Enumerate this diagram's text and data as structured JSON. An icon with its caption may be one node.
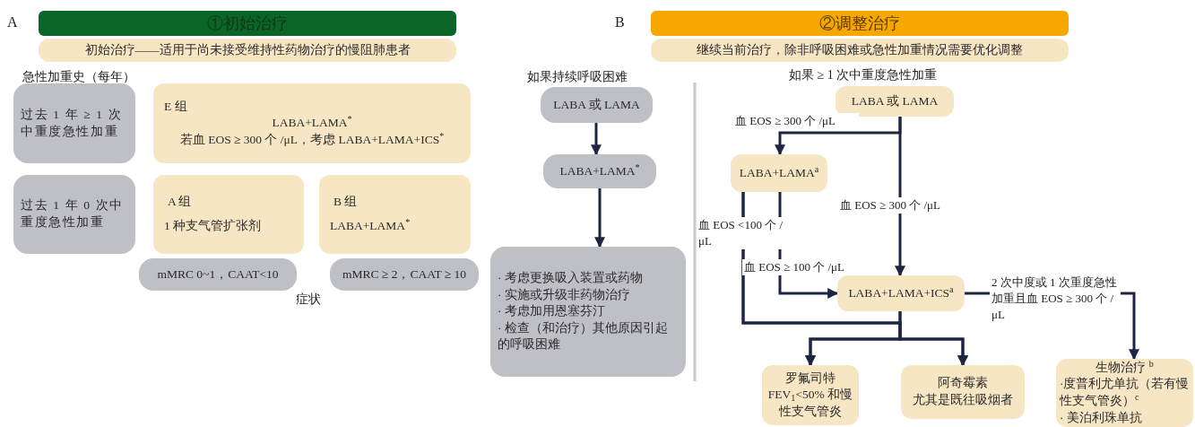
{
  "diagram": {
    "nodes": [
      {
        "text": [
          "①初始治疗"
        ]
      },
      {
        "text": [
          "初始治疗——适用于尚未接受维持性药物治疗的慢阻肺患者"
        ]
      },
      {
        "text": [
          "过去 1 年 ≥ 1 次中重度急性加重"
        ]
      },
      {
        "text": [
          "E 组",
          "LABA+LAMA$^{*}$",
          "若血 EOS ≥ 300 个 /μL，考虑 LABA+LAMA+ICS$^{*}$"
        ]
      },
      {
        "text": [
          "过去 1 年 0 次中重度急性加重"
        ]
      },
      {
        "text": [
          "A 组",
          "1 种支气管扩张剂"
        ]
      },
      {
        "text": [
          "B 组",
          "LABA+LAMA$^{*}$"
        ]
      },
      {
        "text": [
          "mMRC 0~1，CAAT<10"
        ]
      },
      {
        "text": [
          "mMRC ≥ 2，CAAT ≥ 10"
        ]
      },
      {
        "text": [
          "LABA 或 LAMA"
        ]
      },
      {
        "text": [
          "LABA+LAMA$^{*}$"
        ]
      },
      {
        "text": [
          "· 考虑更换吸入装置或药物",
          "· 实施或升级非药物治疗",
          "· 考虑加用恩塞芬汀",
          "· 检查（和治疗）其他原因引起的呼吸困难"
        ]
      },
      {
        "text": [
          "②调整治疗"
        ]
      },
      {
        "text": [
          "继续当前治疗，除非呼吸困难或急性加重情况需要优化调整"
        ]
      },
      {
        "text": [
          "LABA 或 LAMA"
        ]
      },
      {
        "text": [
          "LABA+LAMA$^{a}$"
        ]
      },
      {
        "text": [
          "LABA+LAMA+ICS$^{a}$"
        ]
      },
      {
        "text": [
          "罗氟司特",
          "FEV$_{1}$<50% 和慢性支气管炎"
        ]
      },
      {
        "text": [
          "阿奇霉素",
          "尤其是既往吸烟者"
        ]
      },
      {
        "text": [
          "生物治疗 $^{b}$",
          "·度普利尤单抗（若有慢性支气管炎）$^{c}$",
          "· 美泊利珠单抗"
        ]
      }
    ],
    "edges": [
      {
        "from": 9,
        "to": 10,
        "arrow": "to"
      },
      {
        "from": 10,
        "to": 11,
        "arrow": "to"
      },
      {
        "from": 14,
        "to": 15,
        "arrow": "to",
        "label": "血 EOS ≥ 300 个 /μL"
      },
      {
        "from": 14,
        "to": 16,
        "arrow": "to",
        "label": "血 EOS ≥ 300 个 /μL"
      },
      {
        "from": 15,
        "to": 16,
        "arrow": "to",
        "label": "血 EOS ≥ 100 个 /μL"
      },
      {
        "from": 15,
        "to": 17,
        "arrow": "to",
        "label": "血 EOS <100 个 /μL"
      },
      {
        "from": 15,
        "to": 18,
        "arrow": "to"
      },
      {
        "from": 16,
        "to": 17,
        "arrow": "to"
      },
      {
        "from": 16,
        "to": 18,
        "arrow": "to"
      },
      {
        "from": 16,
        "to": 19,
        "arrow": "to",
        "label": "2 次中度或 1 次重度急性加重且血 EOS ≥ 300 个 /μL"
      }
    ],
    "labels": [
      "A",
      "B",
      "急性加重史（每年）",
      "症状",
      "如果持续呼吸困难",
      "如果 ≥ 1 次中重度急性加重"
    ]
  }
}
